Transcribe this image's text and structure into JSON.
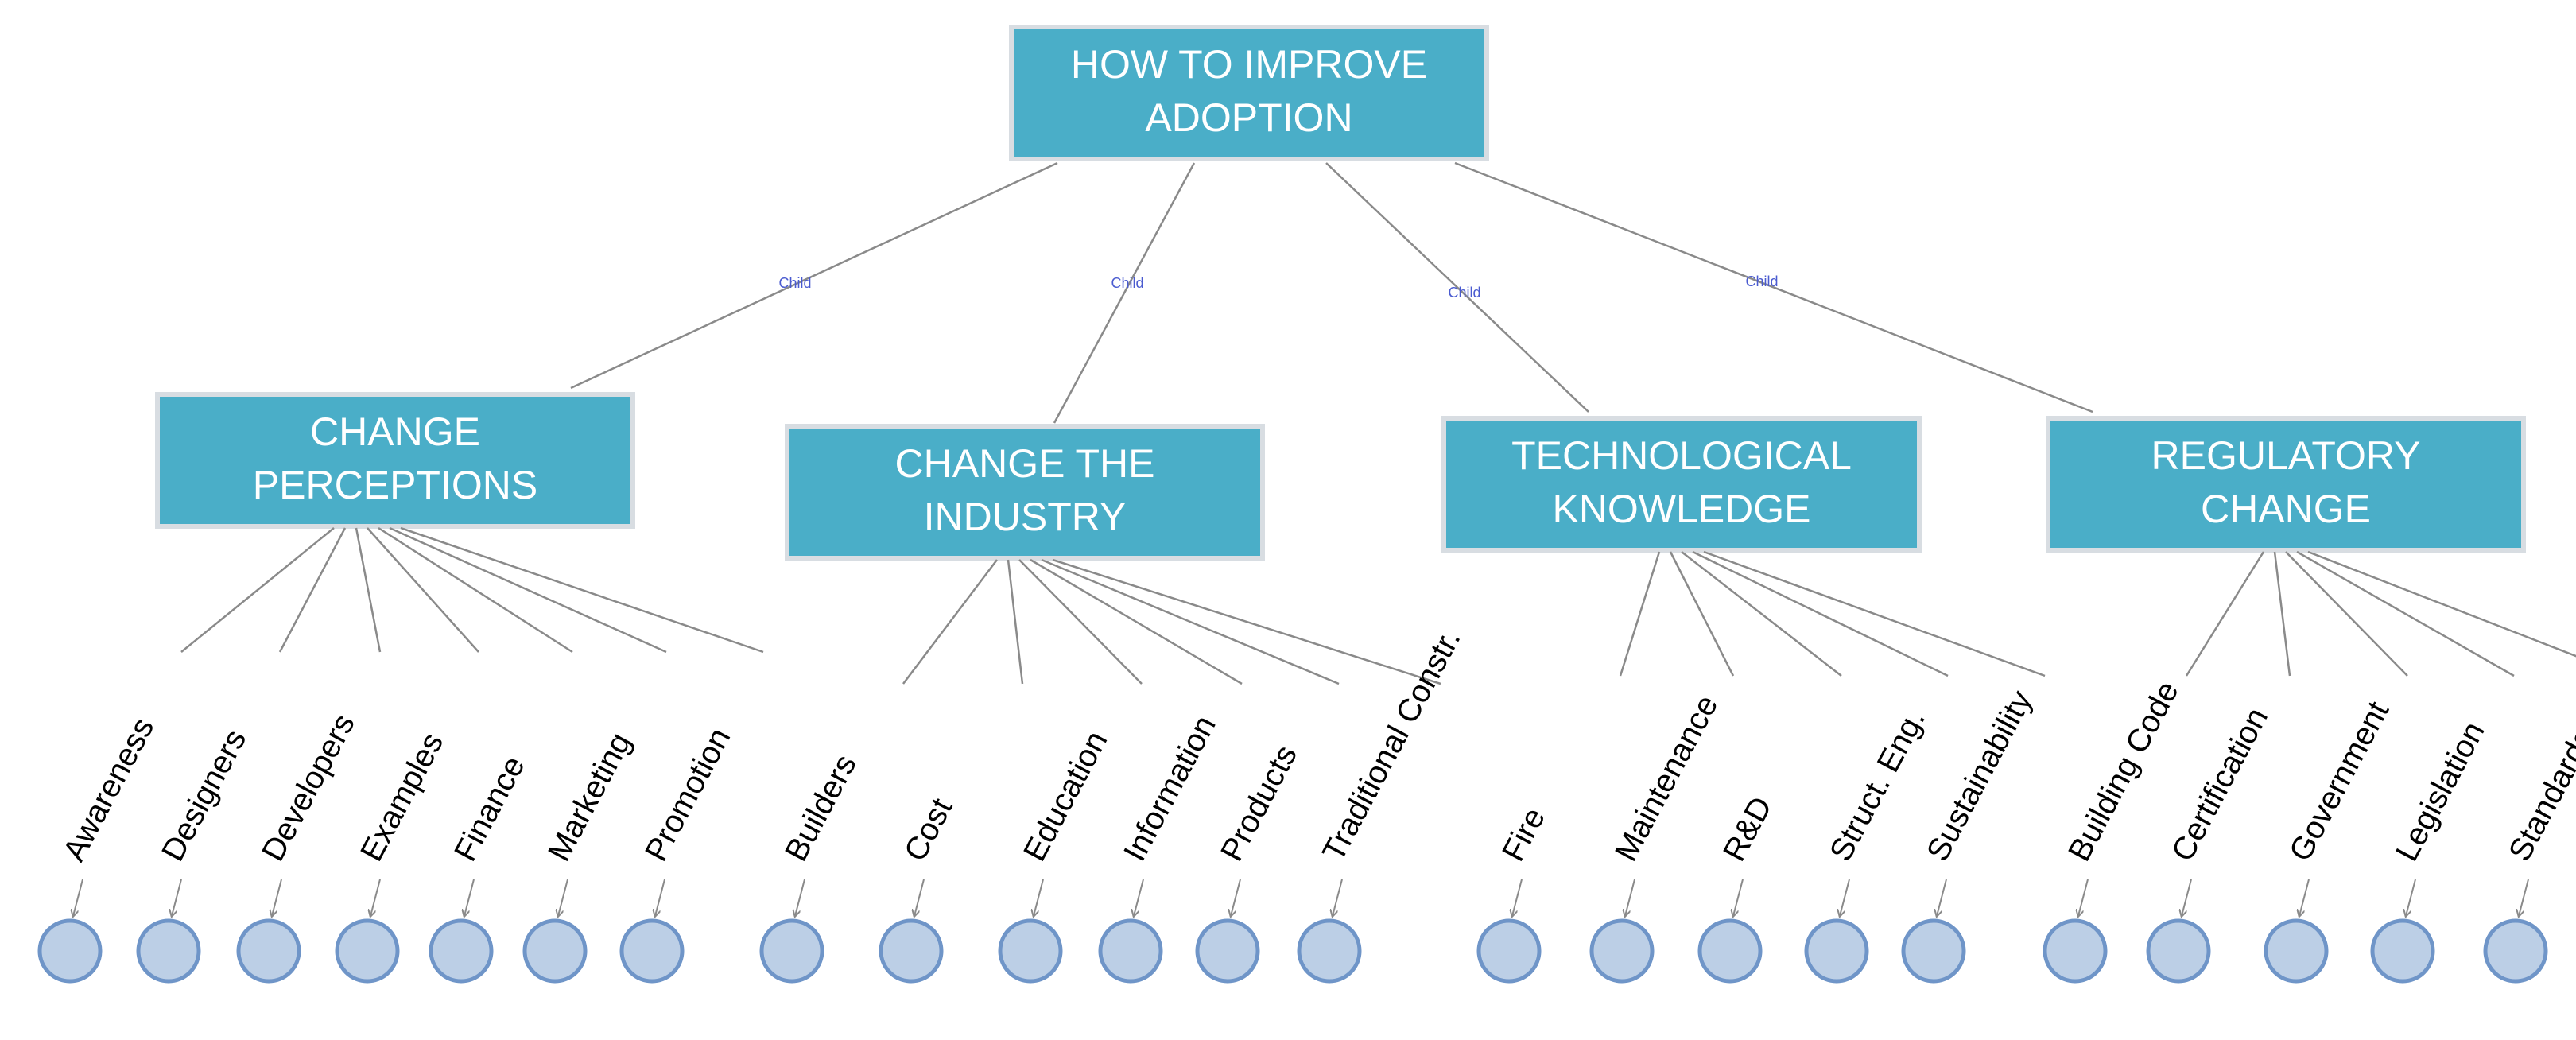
{
  "colors": {
    "box_fill": "#4aaec8",
    "box_stroke": "#d8dde2",
    "line": "#8a8a8a",
    "circle_fill": "#bccfe6",
    "circle_stroke": "#6f95c8",
    "edge_label": "#4a5bd0"
  },
  "root": {
    "lines": [
      "HOW TO IMPROVE",
      "ADOPTION"
    ]
  },
  "edge_label": "Child",
  "branches": [
    {
      "lines": [
        "CHANGE",
        "PERCEPTIONS"
      ],
      "leaves": [
        "Awareness",
        "Designers",
        "Developers",
        "Examples",
        "Finance",
        "Marketing",
        "Promotion"
      ]
    },
    {
      "lines": [
        "CHANGE THE",
        "INDUSTRY"
      ],
      "leaves": [
        "Builders",
        "Cost",
        "Education",
        "Information",
        "Products",
        "Traditional Constr."
      ]
    },
    {
      "lines": [
        "TECHNOLOGICAL",
        "KNOWLEDGE"
      ],
      "leaves": [
        "Fire",
        "Maintenance",
        "R&D",
        "Struct. Eng.",
        "Sustainability"
      ]
    },
    {
      "lines": [
        "REGULATORY",
        "CHANGE"
      ],
      "leaves": [
        "Building Code",
        "Certification",
        "Government",
        "Legislation",
        "Standards"
      ]
    }
  ]
}
